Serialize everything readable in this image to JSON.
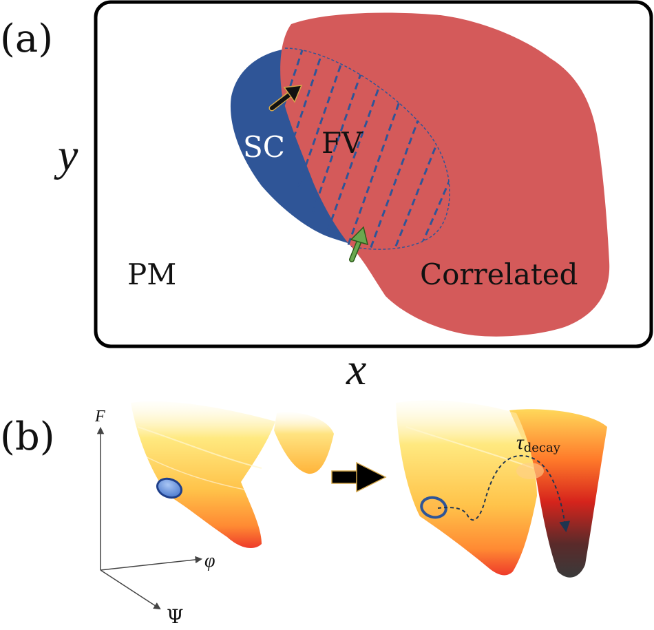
{
  "panel_a": {
    "label": "(a)",
    "x_axis": "x",
    "y_axis": "y",
    "regions": {
      "pm": "PM",
      "sc": "SC",
      "fv": "FV",
      "correlated": "Correlated"
    },
    "colors": {
      "sc": "#2f5597",
      "correlated": "#d45a5a",
      "hatch": "#2f5597",
      "arrow_dark": "#111111",
      "arrow_green": "#6aa84f"
    }
  },
  "panel_b": {
    "label": "(b)",
    "axes": {
      "f": "F",
      "phi": "φ",
      "psi": "Ψ"
    },
    "tau_symbol": "τ",
    "tau_subscript": "decay",
    "colors": {
      "ball": "#5b8fe0",
      "ball_edge": "#1f3f8a",
      "transition_arrow": "#000000"
    }
  }
}
